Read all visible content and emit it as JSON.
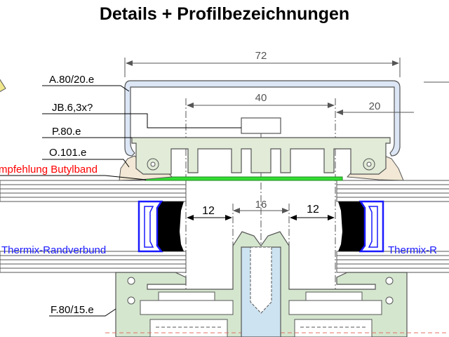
{
  "title": "Details + Profilbezeichnungen",
  "labels": {
    "cover_profile": "A.80/20.e",
    "screw": "JB.6,3x?",
    "pressure_profile": "P.80.e",
    "gasket_outer": "O.101.e",
    "butyl_note": "mpfehlung Butylband",
    "spacer_left": "Thermix-Randverbund",
    "spacer_right": "Thermix-R",
    "base_profile": "F.80/15.e"
  },
  "dimensions": {
    "overall_width": "72",
    "inner_width": "40",
    "edge_width": "20",
    "joint_width": "16",
    "gap_left": "12",
    "gap_right": "12"
  },
  "colors": {
    "cover": "#dce6f5",
    "pressure": "#e1ebd7",
    "gasket": "#f2e8d5",
    "butyl": "#33dd33",
    "spacer": "#000000",
    "spacer_text": "#1a1aff",
    "note_text": "#ff0000",
    "base": "#d5e6cf",
    "screw": "#cde3f1",
    "warning_icon": "#f0e68c"
  }
}
